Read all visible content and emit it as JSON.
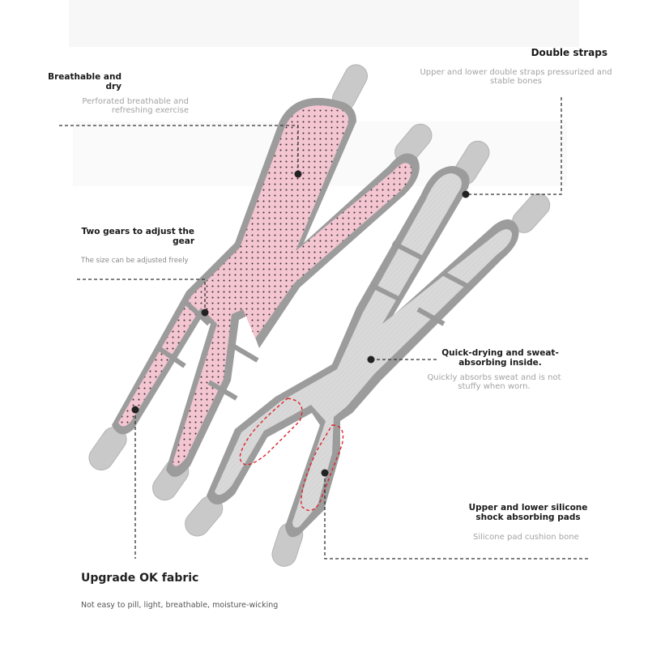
{
  "callouts": {
    "breathable": {
      "title": "Breathable and dry",
      "desc": "Perforated breathable and refreshing exercise"
    },
    "double_straps": {
      "title": "Double straps",
      "desc": "Upper and lower double straps pressurized and stable bones"
    },
    "gears": {
      "title": "Two gears to adjust the gear",
      "desc": "The size can be adjusted freely"
    },
    "quick_dry": {
      "title": "Quick-drying and sweat-absorbing inside.",
      "desc": "Quickly absorbs sweat and is not stuffy when worn."
    },
    "silicone": {
      "title": "Upper and lower silicone shock absorbing pads",
      "desc": "Silicone pad cushion bone"
    },
    "fabric": {
      "title": "Upgrade OK fabric",
      "desc": "Not easy to pill, light, breathable, moisture-wicking"
    }
  },
  "colors": {
    "background": "#ffffff",
    "pink_fabric": "#f3c6d2",
    "gray_fabric": "#d7d7d7",
    "binding": "#9a9a9a",
    "strap_end": "#c8c8c8",
    "leader_line": "#333333",
    "pad_outline": "#e0242a"
  },
  "image": {
    "subject": "two knee brace straps, pink perforated outer side and gray inner side",
    "icons": [
      "leader-dot",
      "leader-line"
    ]
  }
}
